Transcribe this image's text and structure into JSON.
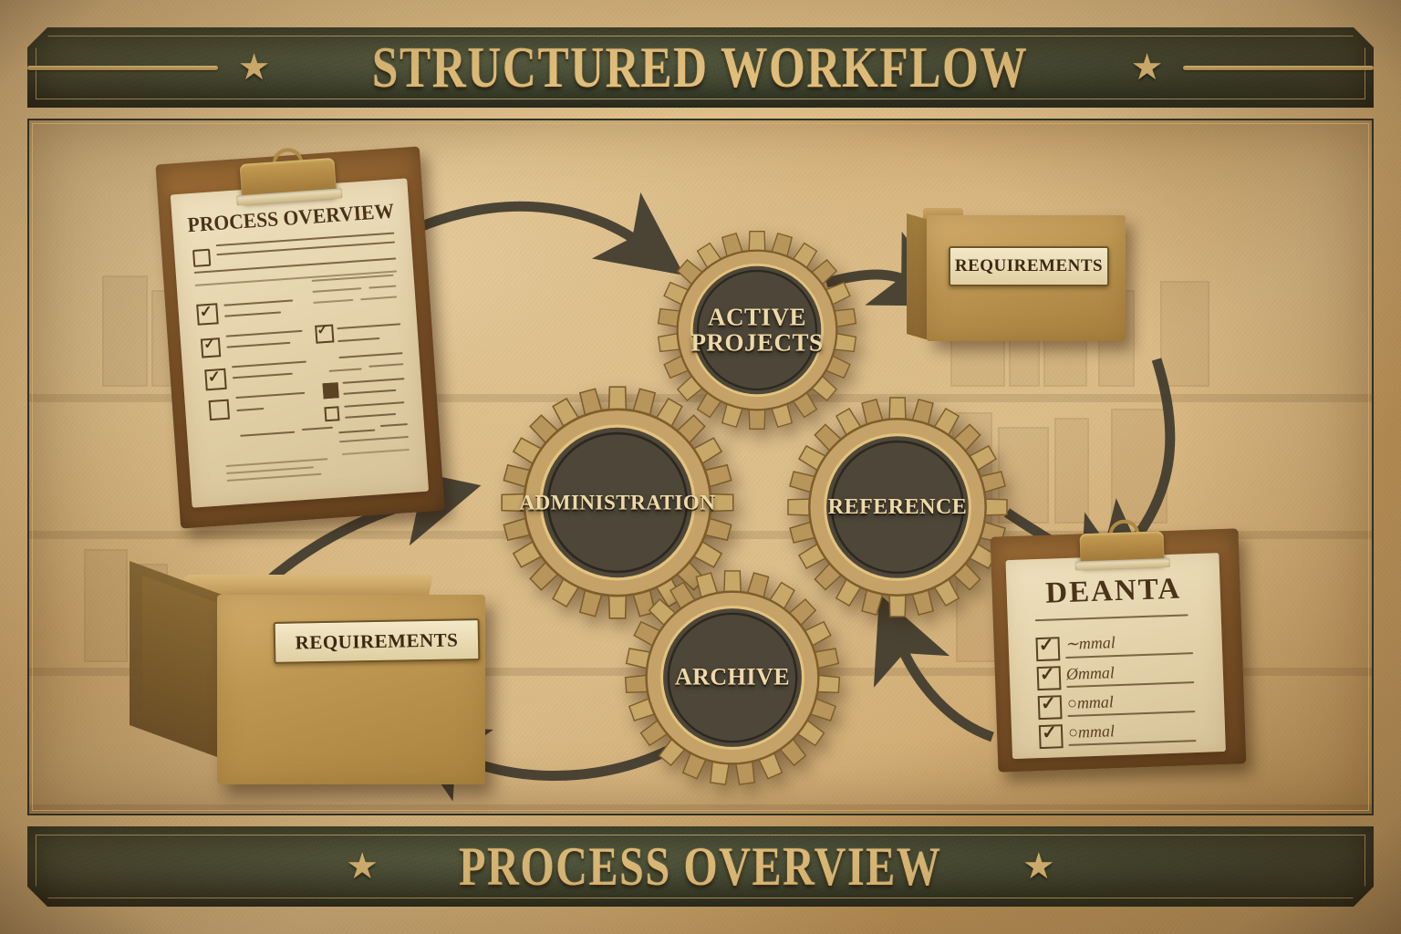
{
  "poster": {
    "header": {
      "title": "STRUCTURED WORKFLOW",
      "star": "★"
    },
    "footer": {
      "title": "PROCESS OVERVIEW",
      "star": "★"
    }
  },
  "gears": [
    {
      "id": "active-projects",
      "label_line1": "ACTIVE",
      "label_line2": "PROJECTS"
    },
    {
      "id": "administration",
      "label_line1": "ADMINISTRATION",
      "label_line2": ""
    },
    {
      "id": "reference",
      "label_line1": "REFERENCE",
      "label_line2": ""
    },
    {
      "id": "archive",
      "label_line1": "ARCHIVE",
      "label_line2": ""
    }
  ],
  "clipboard_left": {
    "title": "PROCESS OVERVIEW"
  },
  "clipboard_right": {
    "title": "DEANTA",
    "items": [
      {
        "checked": true,
        "text": "mmal"
      },
      {
        "checked": true,
        "text": "mmal"
      },
      {
        "checked": true,
        "text": "mmal"
      },
      {
        "checked": true,
        "text": "mmal"
      }
    ]
  },
  "archive_box": {
    "label": "REQUIREMENTS"
  },
  "file_drawer": {
    "label": "REQUIREMENTS"
  },
  "colors": {
    "banner_bg": "#3e4430",
    "banner_text": "#ecc982",
    "paper": "#d9b87f",
    "gear_metal": "#c2a063",
    "gear_face": "#4a4438",
    "arrow": "#3f3a2e",
    "frame_gold": "#deb874"
  }
}
